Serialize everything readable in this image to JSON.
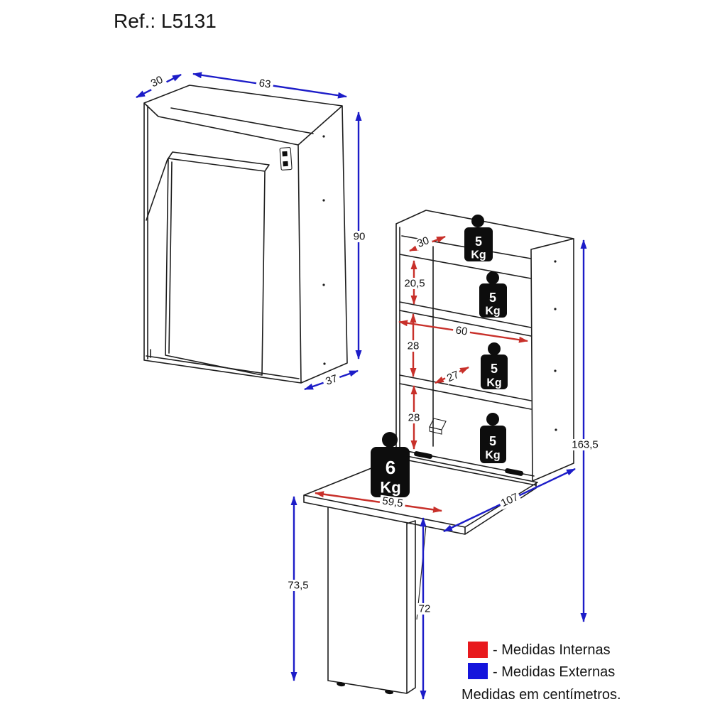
{
  "title": "Ref.: L5131",
  "colors": {
    "internal_dim": "#c8302a",
    "external_dim": "#1c1cc8",
    "legend_internal": "#e8191d",
    "legend_external": "#1414dc",
    "line": "#1d1d1d"
  },
  "closed_view": {
    "dims": [
      {
        "id": "top-depth",
        "value": "30",
        "type": "external"
      },
      {
        "id": "width",
        "value": "63",
        "type": "external"
      },
      {
        "id": "height",
        "value": "90",
        "type": "external"
      },
      {
        "id": "bottom-depth",
        "value": "37",
        "type": "external"
      }
    ]
  },
  "open_view": {
    "dims": [
      {
        "id": "top-shelf-depth",
        "value": "30",
        "type": "internal"
      },
      {
        "id": "top-compartment-height",
        "value": "20,5",
        "type": "internal"
      },
      {
        "id": "internal-width",
        "value": "60",
        "type": "internal"
      },
      {
        "id": "upper-compartment-height",
        "value": "28",
        "type": "internal"
      },
      {
        "id": "shelf-depth",
        "value": "27",
        "type": "internal"
      },
      {
        "id": "lower-compartment-height",
        "value": "28",
        "type": "internal"
      },
      {
        "id": "total-height",
        "value": "163,5",
        "type": "external"
      },
      {
        "id": "desk-width",
        "value": "59,5",
        "type": "internal"
      },
      {
        "id": "open-total-depth",
        "value": "107",
        "type": "external"
      },
      {
        "id": "desk-top-height",
        "value": "73,5",
        "type": "external"
      },
      {
        "id": "leg-height",
        "value": "72",
        "type": "external"
      }
    ]
  },
  "weights": [
    {
      "value": "5",
      "unit": "Kg"
    },
    {
      "value": "5",
      "unit": "Kg"
    },
    {
      "value": "5",
      "unit": "Kg"
    },
    {
      "value": "5",
      "unit": "Kg"
    },
    {
      "value": "6",
      "unit": "Kg"
    }
  ],
  "legend": {
    "items": [
      {
        "color": "#e8191d",
        "label": "- Medidas Internas"
      },
      {
        "color": "#1414dc",
        "label": "- Medidas Externas"
      }
    ],
    "note": "Medidas em centímetros."
  }
}
